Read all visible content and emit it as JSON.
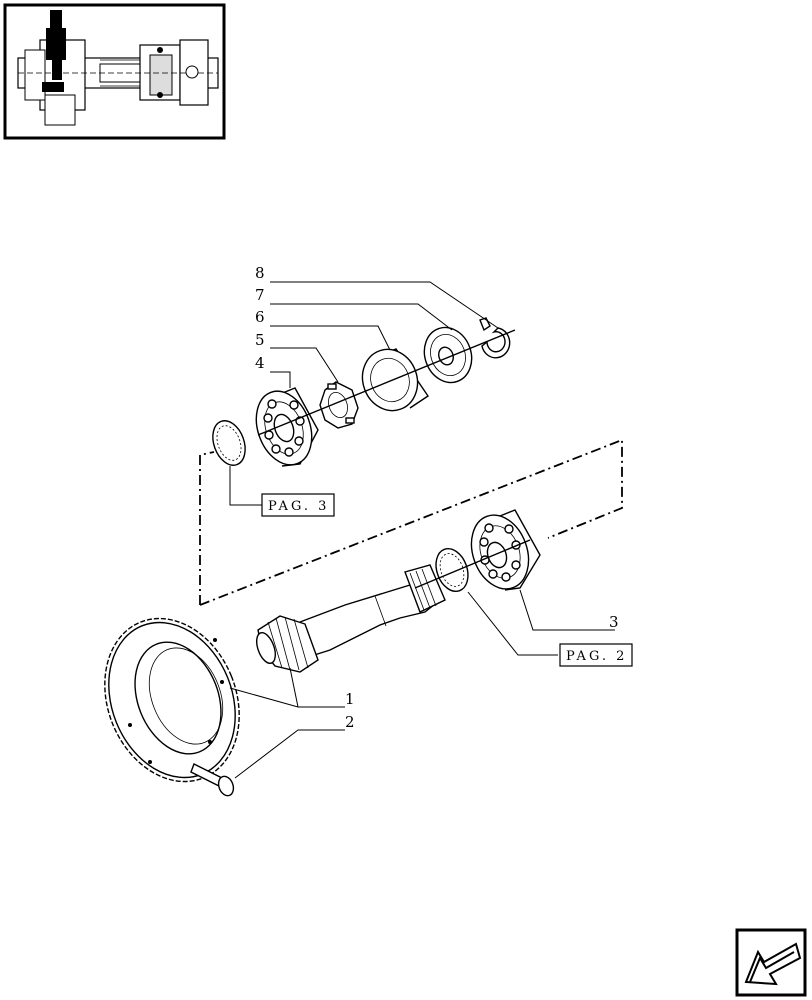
{
  "callouts": {
    "c1": "1",
    "c2": "2",
    "c3": "3",
    "c4": "4",
    "c5": "5",
    "c6": "6",
    "c7": "7",
    "c8": "8"
  },
  "page_refs": {
    "pag3": "PAG. 3",
    "pag2": "PAG. 2"
  },
  "icons": {
    "thumbnail": "axle-assembly-thumbnail",
    "nav": "previous-arrow-icon"
  }
}
